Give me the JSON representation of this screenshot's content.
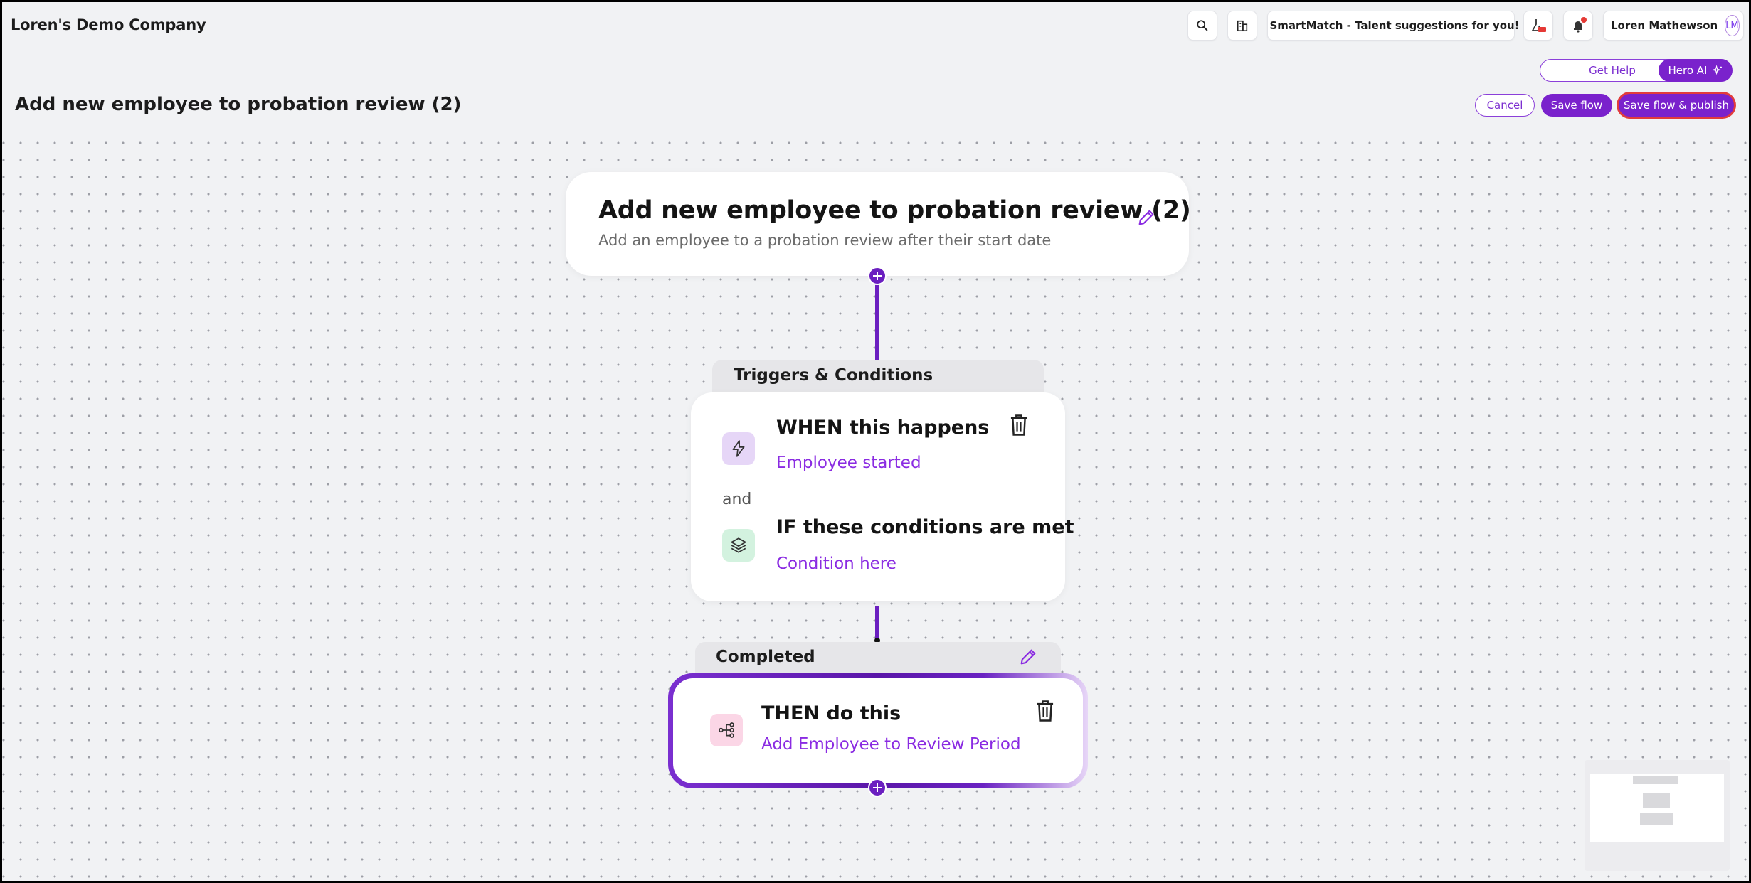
{
  "app": {
    "company": "Loren's Demo Company"
  },
  "topbar": {
    "search_icon": "search-icon",
    "org_icon": "building-icon",
    "smartmatch_label": "SmartMatch - Talent suggestions for you!",
    "smartmatch_icon": "sparkle-icon",
    "beta_icon": "beta-flask-icon",
    "notifications_icon": "bell-icon",
    "user_name": "Loren Mathewson",
    "user_initials": "LM"
  },
  "actions": {
    "get_help": "Get Help",
    "hero_ai": "Hero AI",
    "cancel": "Cancel",
    "save_flow": "Save flow",
    "save_publish": "Save flow & publish"
  },
  "page": {
    "title": "Add new employee to probation review (2)"
  },
  "flow": {
    "title": "Add new employee to probation review (2)",
    "description": "Add an employee to a probation review after their start date"
  },
  "triggers": {
    "section_label": "Triggers & Conditions",
    "when_heading": "WHEN this happens",
    "when_value": "Employee started",
    "and_label": "and",
    "if_heading": "IF these conditions are met",
    "if_value": "Condition here"
  },
  "completed": {
    "section_label": "Completed",
    "then_heading": "THEN do this",
    "then_value": "Add Employee to Review Period"
  },
  "colors": {
    "accent": "#7a22cc",
    "link": "#8a2be2",
    "highlight": "#e23c3c",
    "canvas_bg": "#f1f2f4"
  }
}
